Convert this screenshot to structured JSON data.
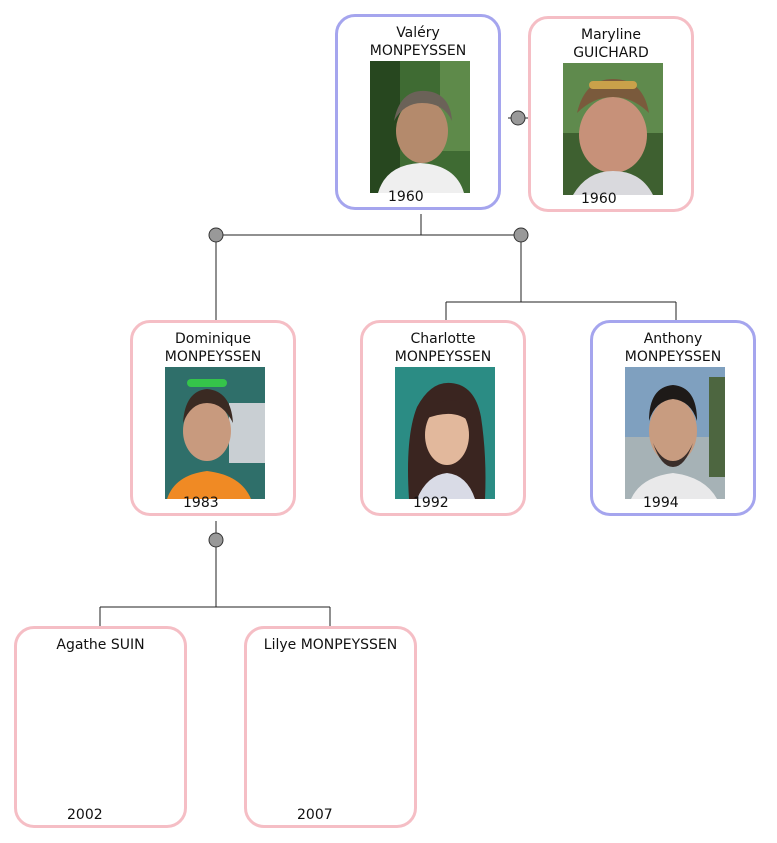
{
  "persons": {
    "valery": {
      "first": "Valéry",
      "last": "MONPEYSSEN",
      "year": "1960",
      "gender": "male",
      "photo": "man-grey-hair-portrait"
    },
    "maryline": {
      "first": "Maryline",
      "last": "GUICHARD",
      "year": "1960",
      "gender": "female",
      "photo": "woman-sunglasses-on-head-portrait"
    },
    "dominique": {
      "first": "Dominique",
      "last": "MONPEYSSEN",
      "year": "1983",
      "gender": "female",
      "photo": "woman-orange-shirt-portrait"
    },
    "charlotte": {
      "first": "Charlotte",
      "last": "MONPEYSSEN",
      "year": "1992",
      "gender": "female",
      "photo": "young-woman-long-hair-portrait"
    },
    "anthony": {
      "first": "Anthony",
      "last": "MONPEYSSEN",
      "year": "1994",
      "gender": "male",
      "photo": "young-man-beard-portrait"
    },
    "agathe": {
      "name": "Agathe SUIN",
      "year": "2002",
      "gender": "female"
    },
    "lilye": {
      "name": "Lilye MONPEYSSEN",
      "year": "2007",
      "gender": "female"
    }
  },
  "colors": {
    "male_border": "#a5a5ee",
    "female_border": "#f5bec5",
    "line": "#222222",
    "node_fill": "#999999"
  }
}
